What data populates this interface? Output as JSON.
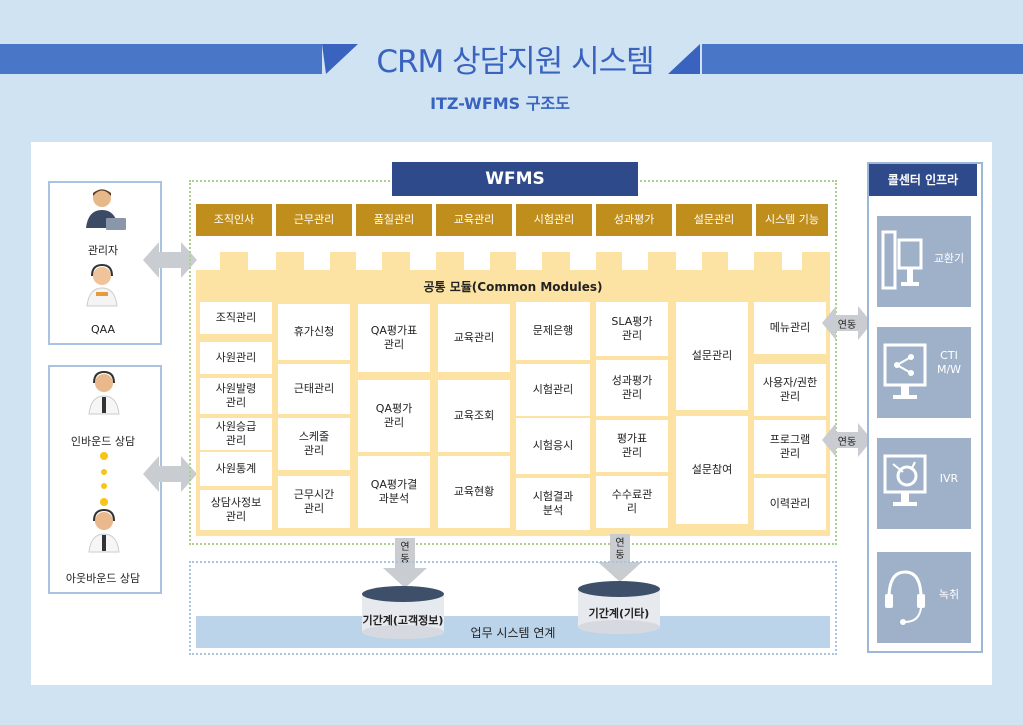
{
  "header": {
    "title": "CRM 상담지원 시스템",
    "subtitle": "ITZ-WFMS 구조도"
  },
  "actors": {
    "top_group": [
      "관리자",
      "QAA"
    ],
    "bottom_group": [
      "인바운드 상담",
      "아웃바운드 상담"
    ]
  },
  "wfms": {
    "title": "WFMS",
    "tabs": [
      "조직인사",
      "근무관리",
      "품질관리",
      "교육관리",
      "시험관리",
      "성과평가",
      "설문관리",
      "시스템 기능"
    ],
    "common_title": "공통 모듈(Common Modules)",
    "columns": [
      [
        "조직관리",
        "사원관리",
        "사원발령\n관리",
        "사원승급\n관리",
        "사원통계",
        "상담사정보\n관리"
      ],
      [
        "휴가신청",
        "근태관리",
        "스케줄\n관리",
        "근무시간\n관리"
      ],
      [
        "QA평가표\n관리",
        "QA평가\n관리",
        "QA평가결\n과분석"
      ],
      [
        "교육관리",
        "교육조회",
        "교육현황"
      ],
      [
        "문제은행",
        "시험관리",
        "시험응시",
        "시험결과\n분석"
      ],
      [
        "SLA평가\n관리",
        "성과평가\n관리",
        "평가표\n관리",
        "수수료관\n리"
      ],
      [
        "설문관리",
        "설문참여"
      ],
      [
        "메뉴관리",
        "사용자/권한\n관리",
        "프로그램\n관리",
        "이력관리"
      ]
    ]
  },
  "links": {
    "side_label_1": "연동",
    "side_label_2": "연동",
    "down_label_1": "연\n동",
    "down_label_2": "연\n동"
  },
  "bottom": {
    "db1": "기간계(고객정보)",
    "db2": "기간계(기타)",
    "bar_label": "업무 시스템 연계"
  },
  "infra": {
    "title": "콜센터 인프라",
    "items": [
      "교환기",
      "CTI\nM/W",
      "IVR",
      "녹취"
    ]
  },
  "colors": {
    "accent_blue": "#4a76c8",
    "navy": "#2e4a8b",
    "gold_tab": "#bf8e1d",
    "module_bg": "#fce3a4"
  }
}
